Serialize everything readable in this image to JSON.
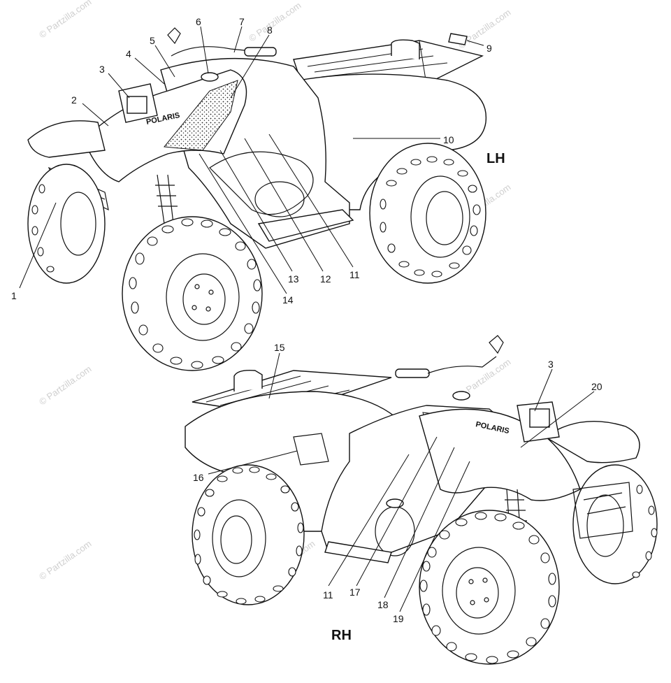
{
  "labels": {
    "lh": "LH",
    "rh": "RH"
  },
  "watermark": "© Partzilla.com",
  "brand_decal": "POLARIS",
  "callouts_lh": [
    "1",
    "2",
    "3",
    "4",
    "5",
    "6",
    "7",
    "8",
    "9",
    "10",
    "11",
    "12",
    "13",
    "14"
  ],
  "callouts_rh": [
    "15",
    "3",
    "20",
    "16",
    "11",
    "17",
    "18",
    "19"
  ]
}
